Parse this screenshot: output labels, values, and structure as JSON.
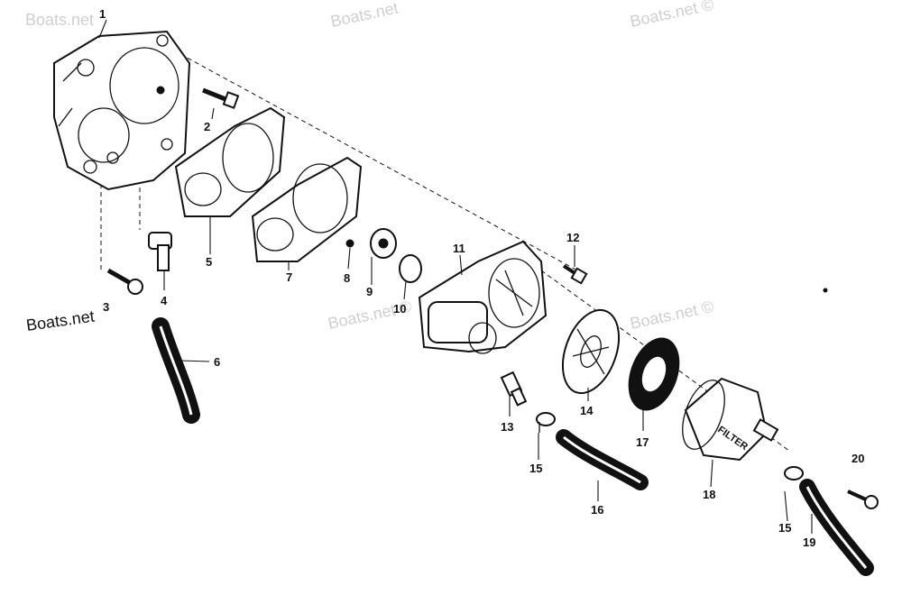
{
  "watermarks": [
    "Boats.net",
    "Boats.net",
    "Boats.net ©",
    "Boats.net ©",
    "Boats.net ©",
    "Boats.net"
  ],
  "filter_text": "FILTER",
  "callouts": [
    "1",
    "2",
    "3",
    "4",
    "5",
    "6",
    "7",
    "8",
    "9",
    "10",
    "11",
    "12",
    "13",
    "14",
    "15",
    "16",
    "17",
    "18",
    "15",
    "19",
    "20"
  ]
}
